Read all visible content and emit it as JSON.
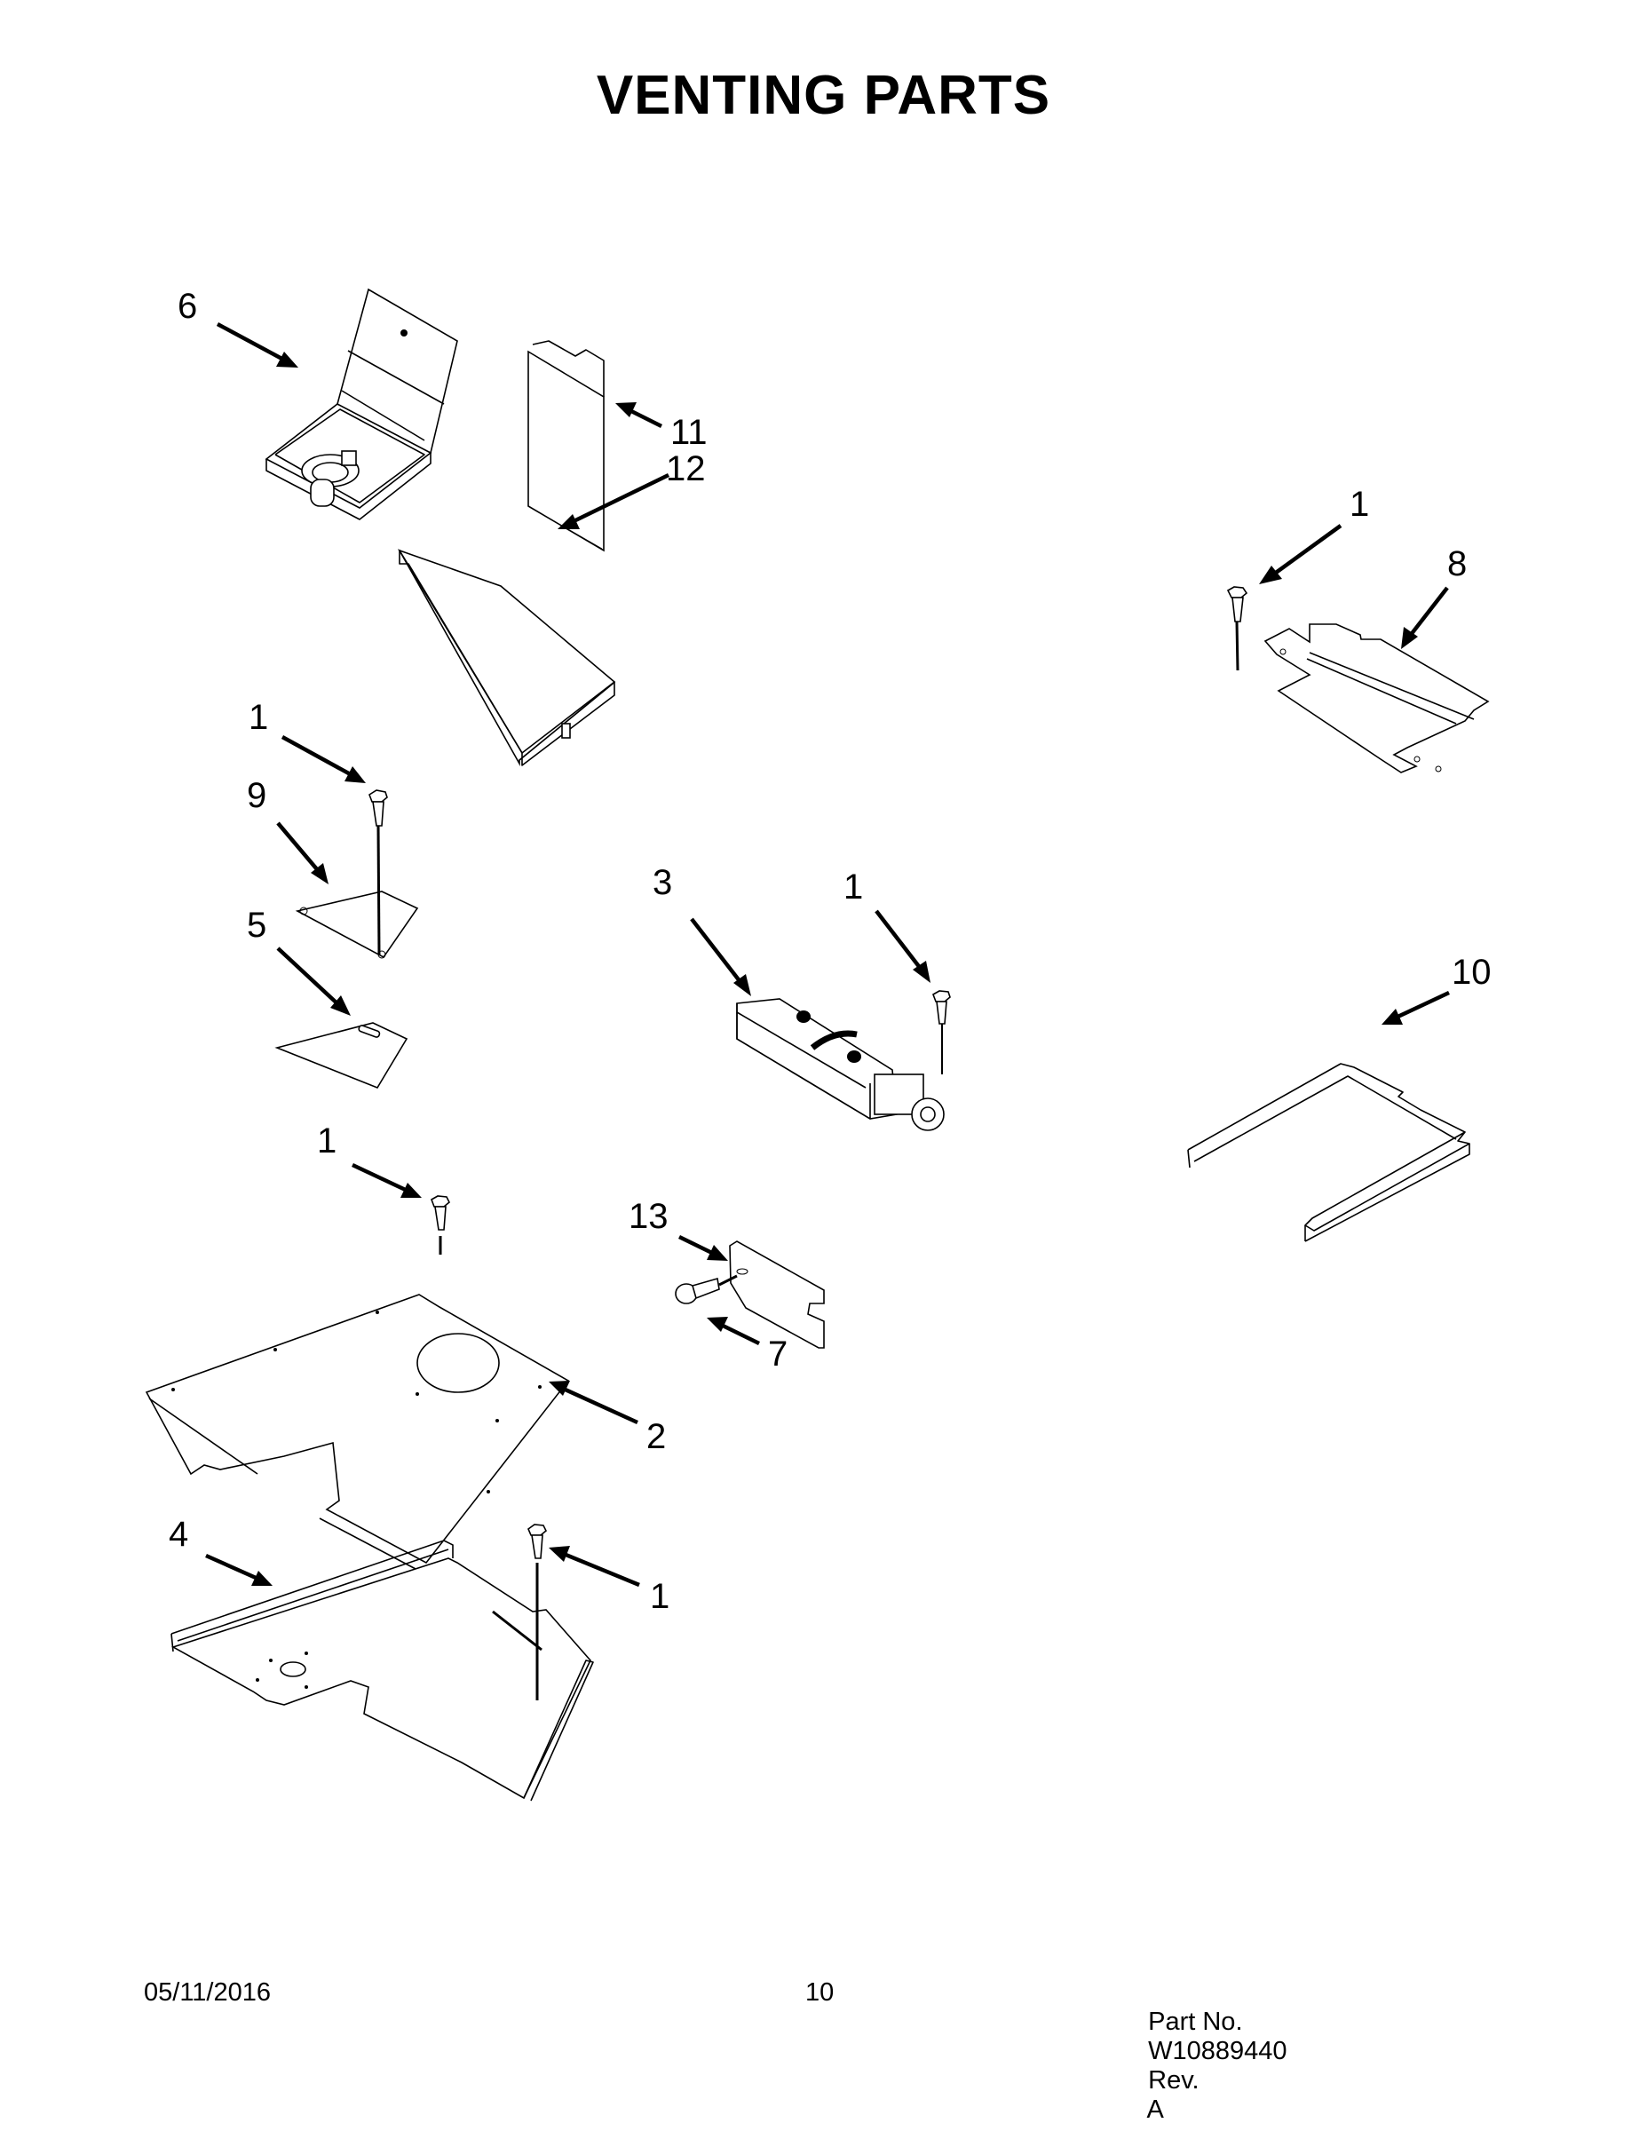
{
  "page": {
    "title": "VENTING PARTS",
    "background": "#ffffff",
    "text_color": "#000000"
  },
  "diagram": {
    "callouts": [
      {
        "id": "c6",
        "label": "6"
      },
      {
        "id": "c11",
        "label": "11"
      },
      {
        "id": "c12",
        "label": "12"
      },
      {
        "id": "c1_a",
        "label": "1"
      },
      {
        "id": "c8",
        "label": "8"
      },
      {
        "id": "c1_b",
        "label": "1"
      },
      {
        "id": "c9",
        "label": "9"
      },
      {
        "id": "c5",
        "label": "5"
      },
      {
        "id": "c3",
        "label": "3"
      },
      {
        "id": "c1_c",
        "label": "1"
      },
      {
        "id": "c10",
        "label": "10"
      },
      {
        "id": "c1_d",
        "label": "1"
      },
      {
        "id": "c13",
        "label": "13"
      },
      {
        "id": "c7",
        "label": "7"
      },
      {
        "id": "c2",
        "label": "2"
      },
      {
        "id": "c4",
        "label": "4"
      },
      {
        "id": "c1_e",
        "label": "1"
      }
    ],
    "parts": [
      {
        "callout": "1",
        "name": "screw"
      },
      {
        "callout": "2",
        "name": "plate-with-round-opening"
      },
      {
        "callout": "3",
        "name": "vent-motor-assembly"
      },
      {
        "callout": "4",
        "name": "base-plate-with-rails"
      },
      {
        "callout": "5",
        "name": "triangular-plate-with-slot"
      },
      {
        "callout": "6",
        "name": "damper-box-with-duct"
      },
      {
        "callout": "7",
        "name": "screw"
      },
      {
        "callout": "8",
        "name": "channel-bracket"
      },
      {
        "callout": "9",
        "name": "triangular-bracket"
      },
      {
        "callout": "10",
        "name": "u-frame-rail"
      },
      {
        "callout": "11",
        "name": "panel"
      },
      {
        "callout": "12",
        "name": "cover-plate"
      },
      {
        "callout": "13",
        "name": "notched-bracket"
      }
    ]
  },
  "footer": {
    "date": "05/11/2016",
    "page_number": "10",
    "part_number_label": "Part No.",
    "part_number": "W10889440",
    "revision_label": "Rev.",
    "revision": "A"
  }
}
